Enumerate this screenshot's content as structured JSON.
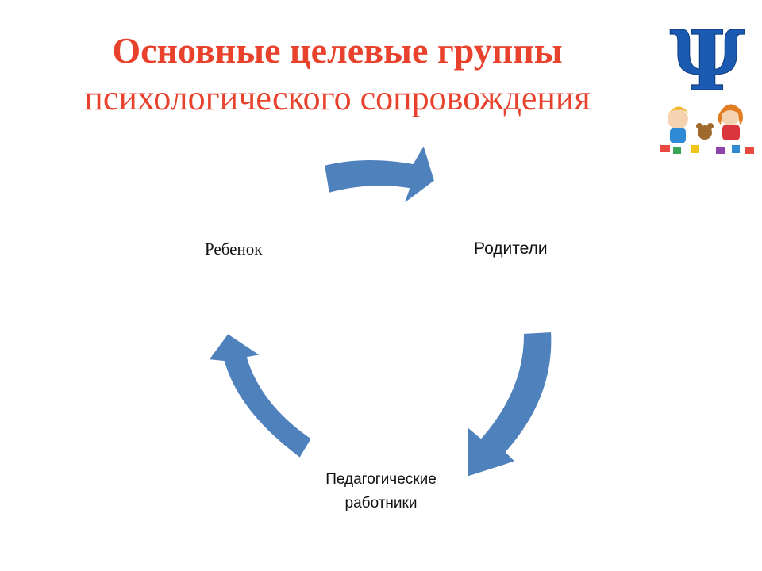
{
  "title": {
    "line1": "Основные целевые группы",
    "line2": "психологического сопровождения"
  },
  "nodes": [
    {
      "id": "child",
      "label": "Ребенок"
    },
    {
      "id": "parents",
      "label": "Родители"
    },
    {
      "id": "teachers",
      "label": "Педагогические работники"
    }
  ],
  "edges": [
    {
      "from": "child",
      "to": "parents"
    },
    {
      "from": "parents",
      "to": "teachers"
    },
    {
      "from": "teachers",
      "to": "child"
    }
  ],
  "logo": {
    "icon": "psi-symbol-icon",
    "glyph": "Ψ",
    "image": "children-playing-icon"
  },
  "colors": {
    "title": "#e8412c",
    "arrow": "#4f81bd",
    "arrow_outline": "#ffffff",
    "logo_glyph": "#1a5ab0"
  }
}
